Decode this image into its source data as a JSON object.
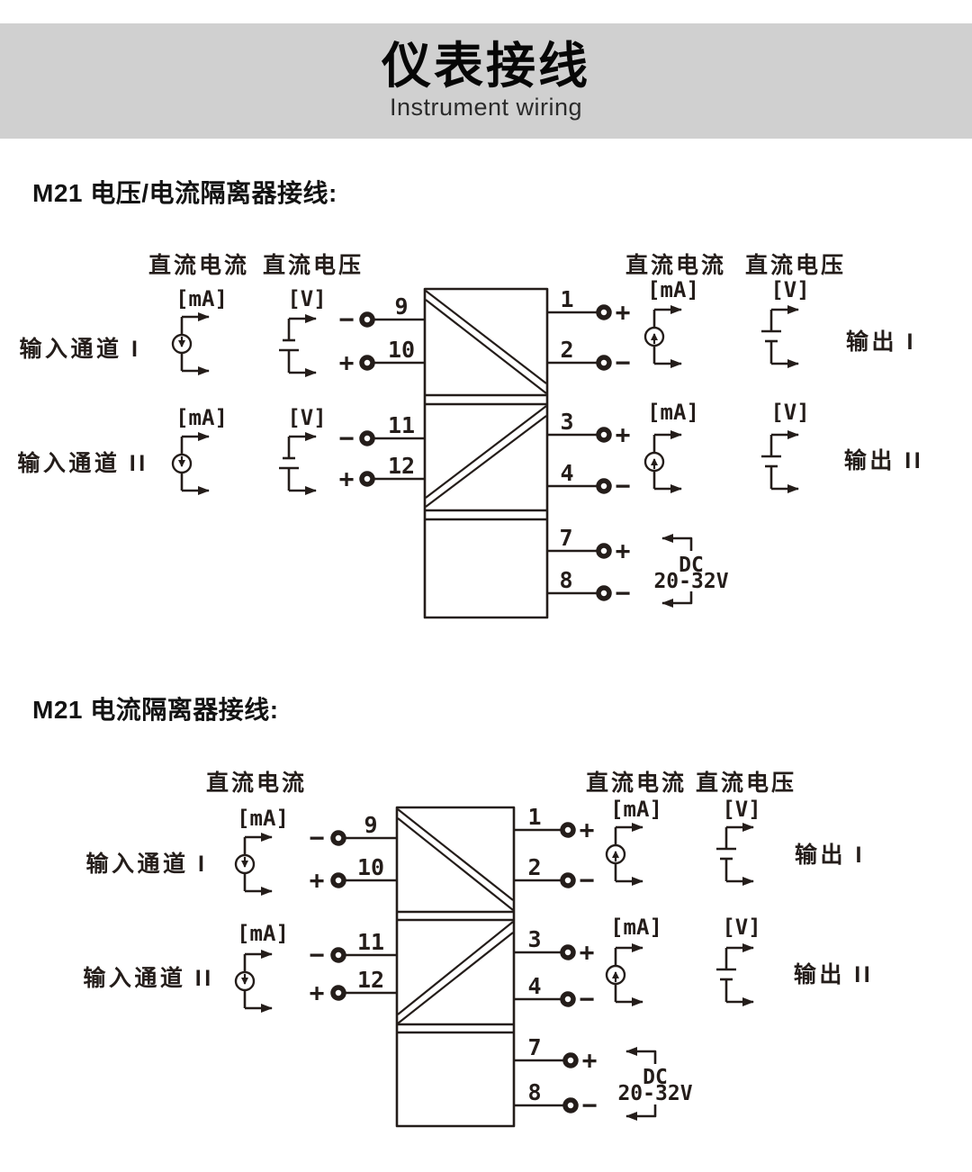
{
  "page": {
    "background": "#ffffff",
    "band_background": "#d0d0d0",
    "line_ink": "#241d1a"
  },
  "header": {
    "title": "仪表接线",
    "subtitle": "Instrument wiring"
  },
  "d1": {
    "heading": "M21 电压/电流隔离器接线:",
    "left_headers": [
      "直流电流",
      "直流电压"
    ],
    "right_headers": [
      "直流电流",
      "直流电压"
    ],
    "input1": {
      "label": "输入通道 I",
      "units": [
        "[mA]",
        "[V]"
      ],
      "terminals": [
        {
          "n": "9",
          "sign": "−"
        },
        {
          "n": "10",
          "sign": "+"
        }
      ]
    },
    "input2": {
      "label": "输入通道 II",
      "units": [
        "[mA]",
        "[V]"
      ],
      "terminals": [
        {
          "n": "11",
          "sign": "−"
        },
        {
          "n": "12",
          "sign": "+"
        }
      ]
    },
    "output1": {
      "label": "输出 I",
      "units": [
        "[mA]",
        "[V]"
      ],
      "terminals": [
        {
          "n": "1",
          "sign": "+"
        },
        {
          "n": "2",
          "sign": "−"
        }
      ]
    },
    "output2": {
      "label": "输出 II",
      "units": [
        "[mA]",
        "[V]"
      ],
      "terminals": [
        {
          "n": "3",
          "sign": "+"
        },
        {
          "n": "4",
          "sign": "−"
        }
      ]
    },
    "power": {
      "label": "DC",
      "range": "20-32V",
      "terminals": [
        {
          "n": "7",
          "sign": "+"
        },
        {
          "n": "8",
          "sign": "−"
        }
      ]
    }
  },
  "d2": {
    "heading": "M21 电流隔离器接线:",
    "left_headers": [
      "直流电流"
    ],
    "right_headers": [
      "直流电流",
      "直流电压"
    ],
    "input1": {
      "label": "输入通道 I",
      "units": [
        "[mA]"
      ],
      "terminals": [
        {
          "n": "9",
          "sign": "−"
        },
        {
          "n": "10",
          "sign": "+"
        }
      ]
    },
    "input2": {
      "label": "输入通道 II",
      "units": [
        "[mA]"
      ],
      "terminals": [
        {
          "n": "11",
          "sign": "−"
        },
        {
          "n": "12",
          "sign": "+"
        }
      ]
    },
    "output1": {
      "label": "输出 I",
      "units": [
        "[mA]",
        "[V]"
      ],
      "terminals": [
        {
          "n": "1",
          "sign": "+"
        },
        {
          "n": "2",
          "sign": "−"
        }
      ]
    },
    "output2": {
      "label": "输出 II",
      "units": [
        "[mA]",
        "[V]"
      ],
      "terminals": [
        {
          "n": "3",
          "sign": "+"
        },
        {
          "n": "4",
          "sign": "−"
        }
      ]
    },
    "power": {
      "label": "DC",
      "range": "20-32V",
      "terminals": [
        {
          "n": "7",
          "sign": "+"
        },
        {
          "n": "8",
          "sign": "−"
        }
      ]
    }
  }
}
